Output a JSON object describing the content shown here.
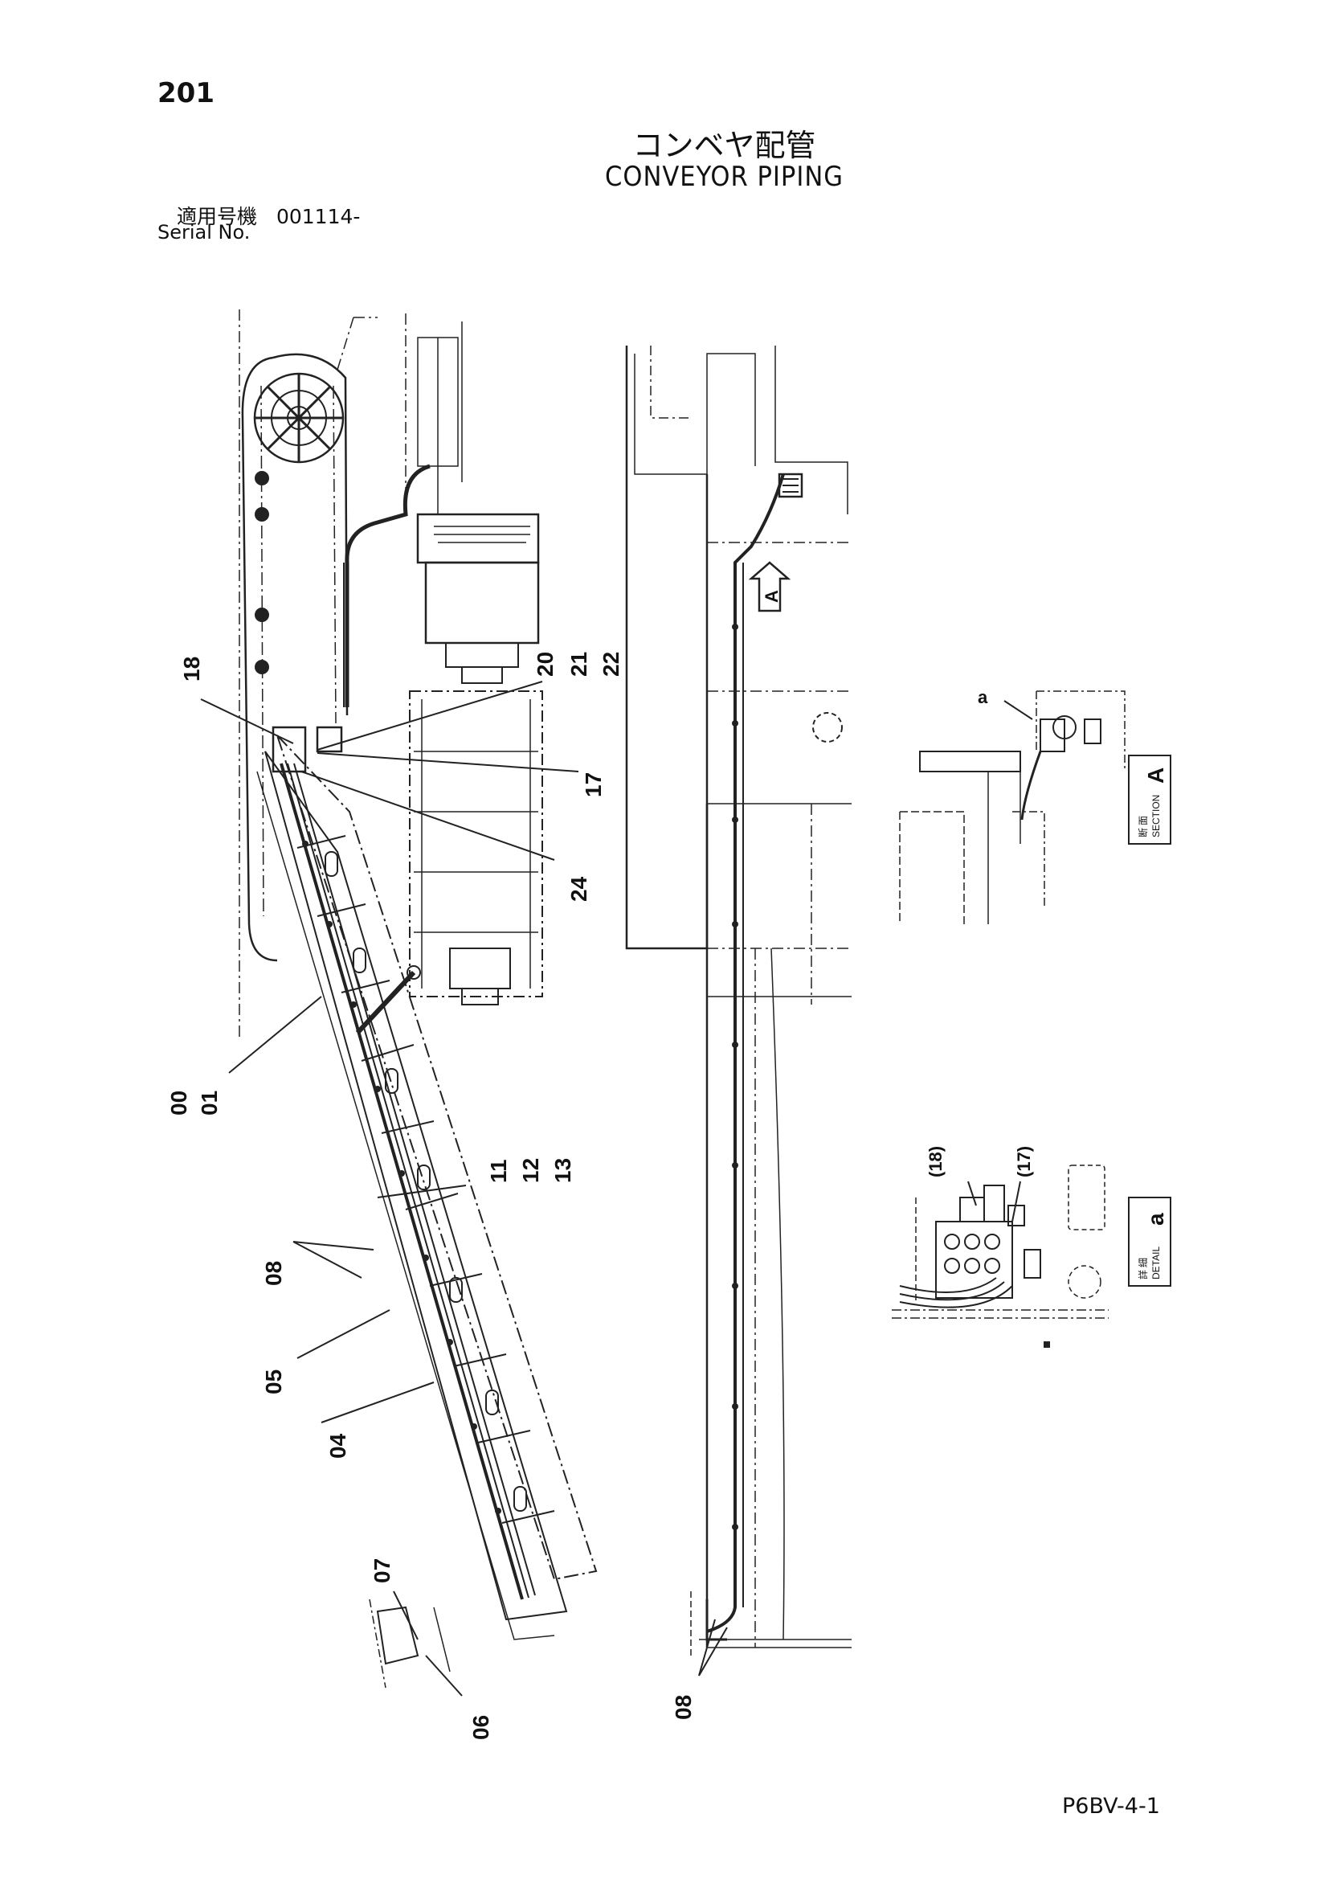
{
  "header": {
    "page_number": "201",
    "title_jp": "コンベヤ配管",
    "title_en": "CONVEYOR PIPING",
    "serial_label_jp": "適用号機",
    "serial_value": "001114-",
    "serial_label_en": "Serial No."
  },
  "footer": {
    "doc_code": "P6BV-4-1"
  },
  "callouts": {
    "c18": "18",
    "c20": "20",
    "c21": "21",
    "c22": "22",
    "c17": "17",
    "c24": "24",
    "c00": "00",
    "c01": "01",
    "c11": "11",
    "c12": "12",
    "c13": "13",
    "c08a": "08",
    "c05": "05",
    "c04": "04",
    "c07": "07",
    "c06": "06",
    "c08b": "08"
  },
  "section_view": {
    "label_jp_1": "断",
    "label_jp_2": "面",
    "label_en": "SECTION",
    "letter": "A",
    "point_label": "a",
    "arrow_label": "A"
  },
  "detail_view": {
    "label_jp_1": "詳",
    "label_jp_2": "細",
    "label_en": "DETAIL",
    "letter": "a",
    "ref_18": "(18)",
    "ref_17": "(17)"
  }
}
